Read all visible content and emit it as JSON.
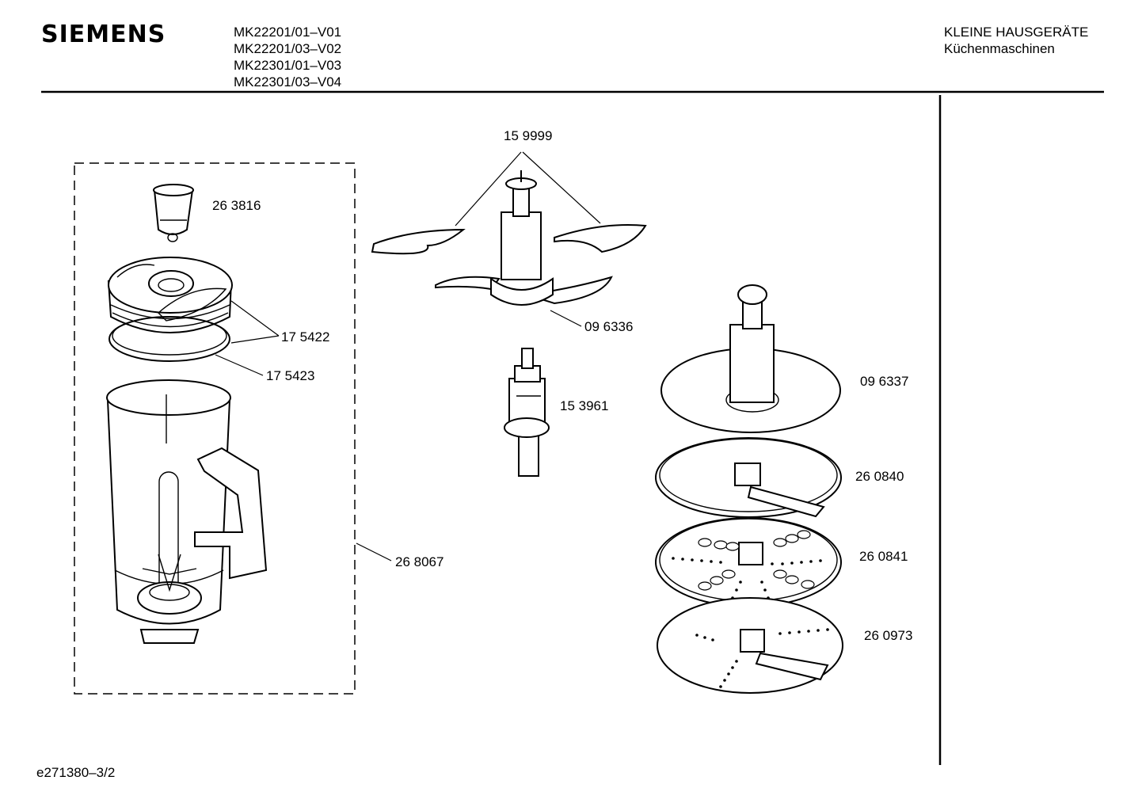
{
  "header": {
    "brand": "SIEMENS",
    "models": [
      "MK22201/01–V01",
      "MK22201/03–V02",
      "MK22301/01–V03",
      "MK22301/03–V04"
    ],
    "category": "KLEINE HAUSGERÄTE",
    "subcategory": "Küchenmaschinen"
  },
  "parts": [
    {
      "id": "lid-cap",
      "label": "26 3816"
    },
    {
      "id": "lid",
      "label": "17 5422"
    },
    {
      "id": "seal-ring",
      "label": "17 5423"
    },
    {
      "id": "blender-jug",
      "label": "26 8067"
    },
    {
      "id": "blade-set",
      "label": "15 9999"
    },
    {
      "id": "chopping-blade",
      "label": "09 6336"
    },
    {
      "id": "drive-shaft",
      "label": "15 3961"
    },
    {
      "id": "disc-carrier",
      "label": "09 6337"
    },
    {
      "id": "slicing-disc",
      "label": "26 0840"
    },
    {
      "id": "grating-disc",
      "label": "26 0841"
    },
    {
      "id": "shredding-disc",
      "label": "26 0973"
    }
  ],
  "footer": {
    "code": "e271380–3/2"
  }
}
